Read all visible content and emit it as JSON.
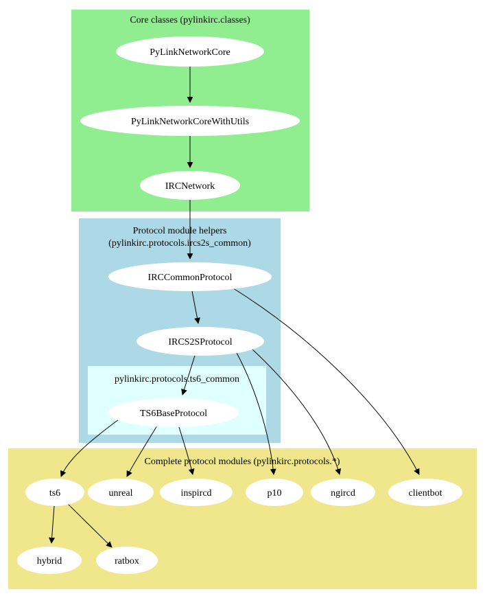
{
  "diagram": {
    "clusters": {
      "core": {
        "title": "Core classes (pylinkirc.classes)",
        "color": "#90ee90"
      },
      "helpers": {
        "title_line1": "Protocol module helpers",
        "title_line2": "(pylinkirc.protocols.ircs2s_common)",
        "color": "#add8e6"
      },
      "ts6_common": {
        "title": "pylinkirc.protocols.ts6_common",
        "color": "#e0ffff"
      },
      "complete": {
        "title": "Complete protocol modules (pylinkirc.protocols.*)",
        "color": "#f0e68c"
      }
    },
    "nodes": {
      "pylink_network_core": "PyLinkNetworkCore",
      "pylink_network_core_with_utils": "PyLinkNetworkCoreWithUtils",
      "irc_network": "IRCNetwork",
      "irc_common_protocol": "IRCCommonProtocol",
      "ircs2s_protocol": "IRCS2SProtocol",
      "ts6_base_protocol": "TS6BaseProtocol",
      "ts6": "ts6",
      "unreal": "unreal",
      "inspircd": "inspircd",
      "p10": "p10",
      "ngircd": "ngircd",
      "clientbot": "clientbot",
      "hybrid": "hybrid",
      "ratbox": "ratbox"
    },
    "node_fill": "#ffffff",
    "edge_color": "#000000"
  }
}
